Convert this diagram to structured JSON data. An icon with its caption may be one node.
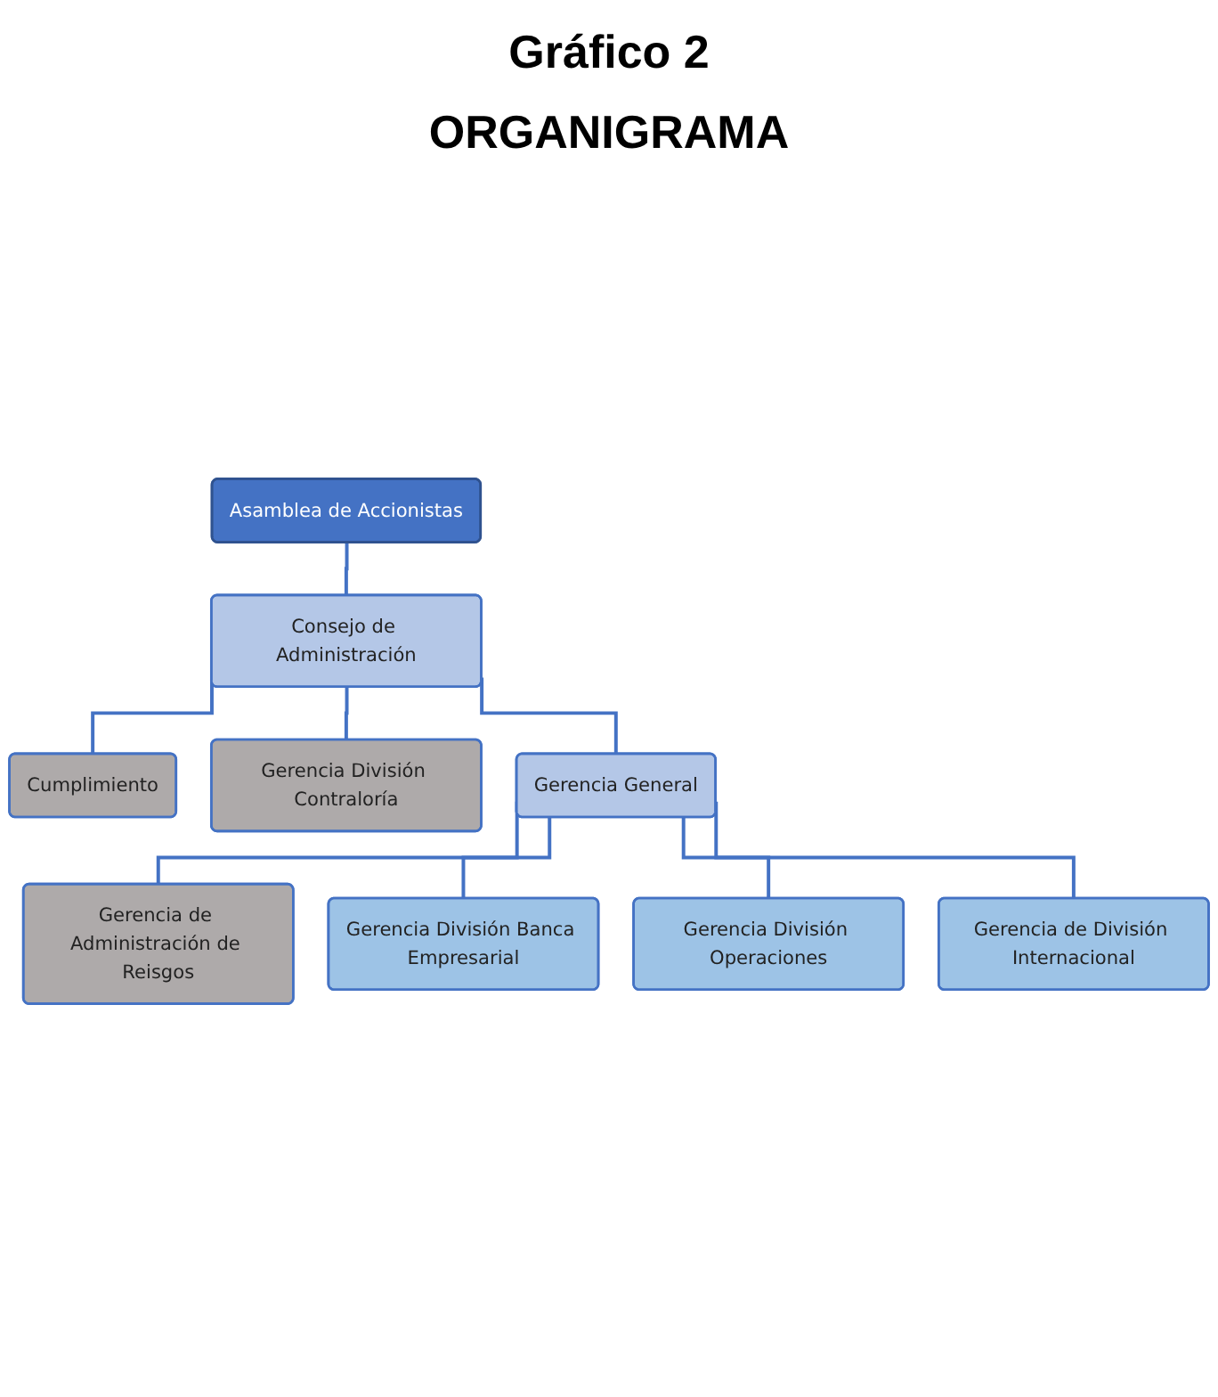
{
  "diagram": {
    "title": "Gráfico 2",
    "labels": [
      "ORGANIGRAMA"
    ],
    "nodes": [
      {
        "text": [
          "Asamblea de Accionistas"
        ]
      },
      {
        "text": [
          "Consejo de Administración"
        ]
      },
      {
        "text": [
          "Cumplimiento"
        ]
      },
      {
        "text": [
          "Gerencia División Contraloría"
        ]
      },
      {
        "text": [
          "Gerencia General"
        ]
      },
      {
        "text": [
          "Gerencia de Administración de Reisgos"
        ]
      },
      {
        "text": [
          "Gerencia División Banca Empresarial"
        ]
      },
      {
        "text": [
          "Gerencia División Operaciones"
        ]
      },
      {
        "text": [
          "Gerencia de División Internacional"
        ]
      }
    ],
    "edges": [
      {
        "from": 0,
        "to": 1,
        "arrow": "none"
      },
      {
        "from": 1,
        "to": 2,
        "arrow": "none"
      },
      {
        "from": 1,
        "to": 3,
        "arrow": "none"
      },
      {
        "from": 1,
        "to": 4,
        "arrow": "none"
      },
      {
        "from": 4,
        "to": 5,
        "arrow": "none"
      },
      {
        "from": 4,
        "to": 6,
        "arrow": "none"
      },
      {
        "from": 4,
        "to": 7,
        "arrow": "none"
      },
      {
        "from": 4,
        "to": 8,
        "arrow": "none"
      }
    ]
  }
}
